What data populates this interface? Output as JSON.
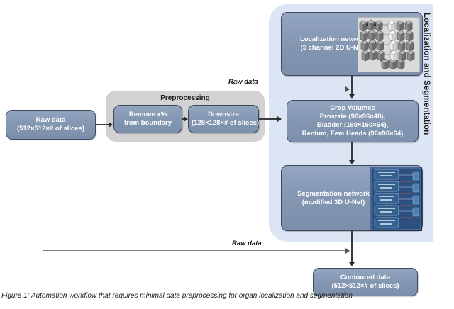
{
  "figure": {
    "caption": "Figure 1: Automation workflow that requires minimal data preprocessing for organ localization and segmentation"
  },
  "containers": {
    "localization_segmentation_label": "Localization and Segmentation",
    "preprocessing_label": "Preprocessing"
  },
  "boxes": {
    "raw_data": {
      "line1": "Raw data",
      "line2": "(512×512×# of slices)"
    },
    "remove_boundary": {
      "line1": "Remove x%",
      "line2": "from boundary"
    },
    "downsize": {
      "line1": "Downsize",
      "line2": "(128×128×# of slices)"
    },
    "localization_network": {
      "line1": "Localization network",
      "line2": "(5 channel 2D U-Net)"
    },
    "crop_volumes": {
      "line1": "Crop Volumes",
      "line2": "Prostate  (96×96×48),",
      "line3": "Bladder (160×160×64),",
      "line4": "Rectum, Fem Heads (96×96×64)"
    },
    "segmentation_network": {
      "line1": "Segmentation network",
      "line2": "(modified 3D U-Net)"
    },
    "contoured_data": {
      "line1": "Contoured data",
      "line2": "(512×512×# of slices)"
    }
  },
  "arrow_labels": {
    "raw_data_top": "Raw data",
    "raw_data_bottom": "Raw data"
  },
  "thumbnails": {
    "unet_2d": "unet-2d-architecture-thumbnail",
    "unet_3d": "unet-3d-architecture-thumbnail"
  },
  "colors": {
    "box_fill": "#8295b1",
    "box_border": "#3d4a5c",
    "panel_blue": "#dbe5f4",
    "panel_gray": "#d2d2d2",
    "text_on_box": "#ffffff",
    "connector": "#3a3a3a"
  }
}
